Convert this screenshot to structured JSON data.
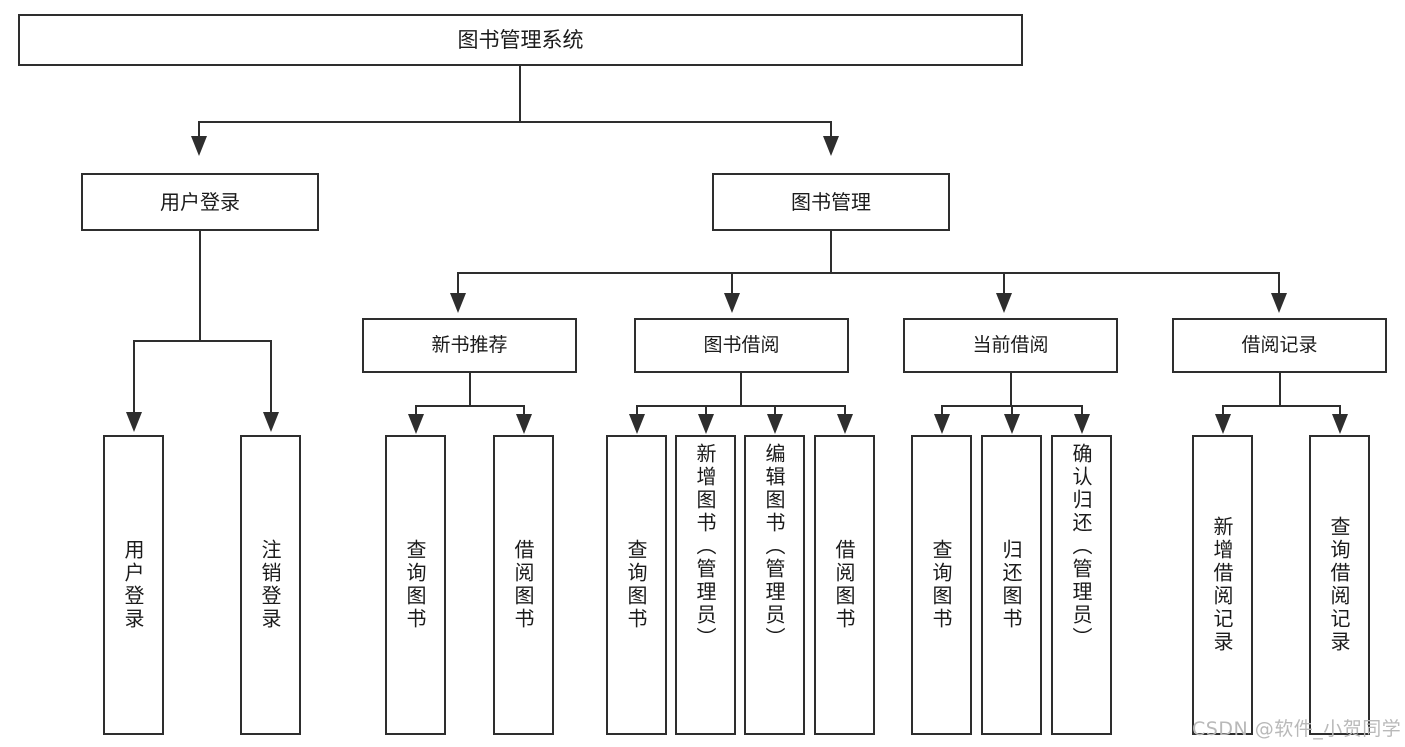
{
  "diagram": {
    "type": "hierarchy-tree",
    "title": "图书管理系统",
    "root": {
      "label": "图书管理系统"
    },
    "level1": [
      {
        "label": "用户登录"
      },
      {
        "label": "图书管理"
      }
    ],
    "level2": [
      {
        "label": "新书推荐",
        "parent": "图书管理"
      },
      {
        "label": "图书借阅",
        "parent": "图书管理"
      },
      {
        "label": "当前借阅",
        "parent": "图书管理"
      },
      {
        "label": "借阅记录",
        "parent": "图书管理"
      }
    ],
    "leaves": [
      {
        "label": "用户登录",
        "parent": "用户登录"
      },
      {
        "label": "注销登录",
        "parent": "用户登录"
      },
      {
        "label": "查询图书",
        "parent": "新书推荐"
      },
      {
        "label": "借阅图书",
        "parent": "新书推荐"
      },
      {
        "label": "查询图书",
        "parent": "图书借阅"
      },
      {
        "label": "新增图书（管理员）",
        "parent": "图书借阅"
      },
      {
        "label": "编辑图书（管理员）",
        "parent": "图书借阅"
      },
      {
        "label": "借阅图书",
        "parent": "图书借阅"
      },
      {
        "label": "查询图书",
        "parent": "当前借阅"
      },
      {
        "label": "归还图书",
        "parent": "当前借阅"
      },
      {
        "label": "确认归还（管理员）",
        "parent": "当前借阅"
      },
      {
        "label": "新增借阅记录",
        "parent": "借阅记录"
      },
      {
        "label": "查询借阅记录",
        "parent": "借阅记录"
      }
    ]
  },
  "watermark": {
    "text": "CSDN @软件_小贺同学"
  },
  "colors": {
    "stroke": "#2e2e2e",
    "text": "#1b1b1b",
    "background": "#ffffff",
    "watermark": "#b9b9b9"
  }
}
